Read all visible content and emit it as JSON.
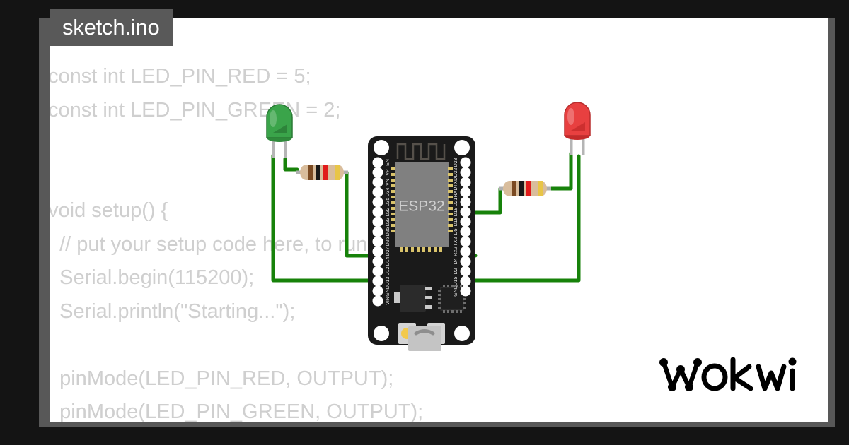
{
  "window": {
    "background_color": "#141414",
    "frame_color": "#585858",
    "canvas_color": "#ffffff"
  },
  "tab": {
    "label": "sketch.ino",
    "background_color": "#595959",
    "text_color": "#ffffff"
  },
  "editor": {
    "text_color": "#cfcfcf",
    "lines": [
      "const int LED_PIN_RED = 5;",
      "const int LED_PIN_GREEN = 2;",
      "",
      "",
      "void setup() {",
      "  // put your setup code here, to run once:",
      "  Serial.begin(115200);",
      "  Serial.println(\"Starting...\");",
      "",
      "  pinMode(LED_PIN_RED, OUTPUT);",
      "  pinMode(LED_PIN_GREEN, OUTPUT);"
    ]
  },
  "branding": {
    "logo_text": "wokwi",
    "logo_color": "#000000"
  },
  "diagram": {
    "board": {
      "name": "ESP32",
      "chip_label": "ESP32",
      "pcb_color": "#1a1a1a",
      "shield_color": "#808080",
      "pins_left": [
        "EN",
        "VP",
        "VN",
        "D34",
        "D35",
        "D32",
        "D33",
        "D25",
        "D26",
        "D27",
        "D14",
        "D12",
        "D13",
        "GND",
        "VIN"
      ],
      "pins_right": [
        "D23",
        "D22",
        "TXD",
        "RXD",
        "D21",
        "D19",
        "D18",
        "D5",
        "TX2",
        "RX2",
        "D4",
        "D2",
        "D15",
        "GND"
      ]
    },
    "components": [
      {
        "type": "led",
        "name": "green-led",
        "color": "#2f9e44",
        "body_color": "#3aa44a",
        "label": "green LED"
      },
      {
        "type": "led",
        "name": "red-led",
        "color": "#e03131",
        "body_color": "#e84040",
        "label": "red LED"
      },
      {
        "type": "resistor",
        "name": "resistor-green-led",
        "bands": [
          "brown",
          "black",
          "red",
          "gold"
        ],
        "value": "1000"
      },
      {
        "type": "resistor",
        "name": "resistor-red-led",
        "bands": [
          "brown",
          "black",
          "red",
          "gold"
        ],
        "value": "1000"
      }
    ],
    "wire_color": "#17820a",
    "connections": [
      {
        "from": "green-led:A",
        "to": "esp:D2",
        "via": "resistor-green-led"
      },
      {
        "from": "green-led:C",
        "to": "esp:GND"
      },
      {
        "from": "red-led:A",
        "to": "esp:D5",
        "via": "resistor-red-led"
      },
      {
        "from": "red-led:C",
        "to": "esp:GND"
      }
    ]
  }
}
